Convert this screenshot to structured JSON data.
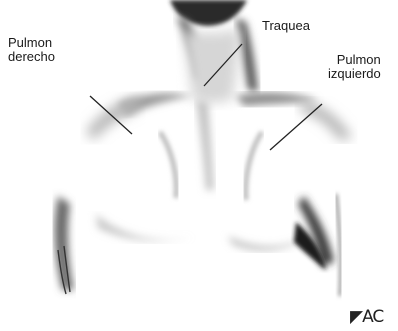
{
  "labels": {
    "right_lung": {
      "line1": "Pulmon",
      "line2": "derecho"
    },
    "trachea": "Traquea",
    "left_lung": {
      "line1": "Pulmon",
      "line2": "izquierdo"
    }
  },
  "corner_mark": "◤AC",
  "colors": {
    "background": "#ffffff",
    "ink": "#1a1a1a",
    "shade": "#5a5a5a"
  }
}
